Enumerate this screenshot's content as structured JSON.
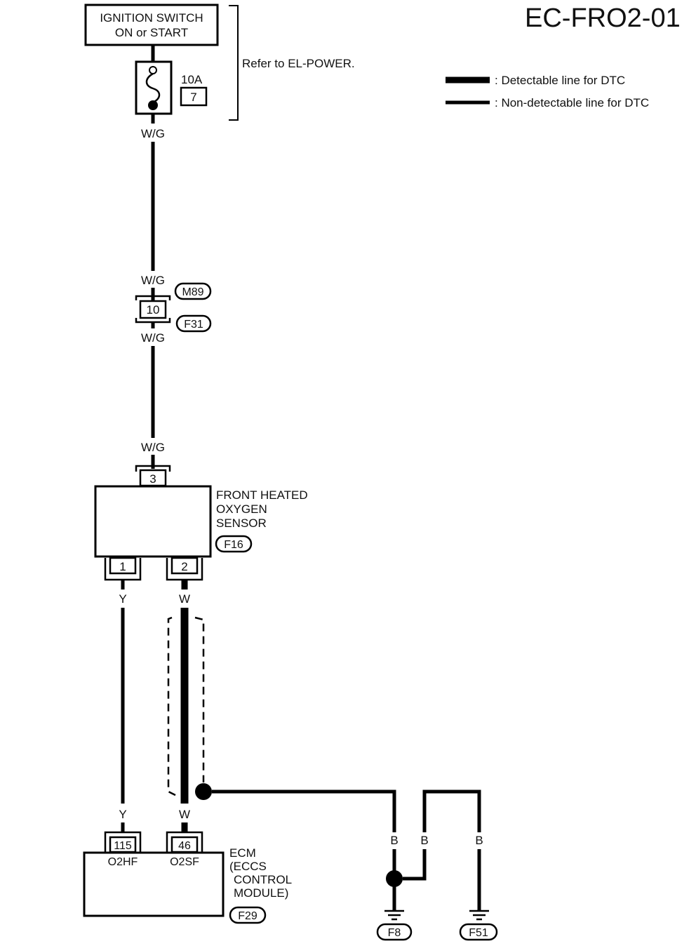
{
  "diagram_id": "EC-FRO2-01",
  "legend": {
    "detectable": ": Detectable line for DTC",
    "non_detectable": ": Non-detectable line for DTC"
  },
  "ignition": {
    "line1": "IGNITION SWITCH",
    "line2": "ON or START"
  },
  "fuse": {
    "rating": "10A",
    "number": "7"
  },
  "power_ref": "Refer to EL-POWER.",
  "wires": {
    "wg": "W/G",
    "y": "Y",
    "w": "W",
    "b": "B"
  },
  "joint_connector": {
    "pin": "10",
    "upper": "M89",
    "lower": "F31"
  },
  "sensor": {
    "line1": "FRONT HEATED",
    "line2": "OXYGEN",
    "line3": "SENSOR",
    "connector": "F16",
    "pin_power": "3",
    "pin_1": "1",
    "pin_2": "2"
  },
  "ecm": {
    "line1": "ECM",
    "line2": "(ECCS",
    "line3": "CONTROL",
    "line4": "MODULE)",
    "connector": "F29",
    "pin_115": "115",
    "pin_46": "46",
    "term_o2hf": "O2HF",
    "term_o2sf": "O2SF"
  },
  "grounds": {
    "g1": "F8",
    "g2": "F51"
  }
}
